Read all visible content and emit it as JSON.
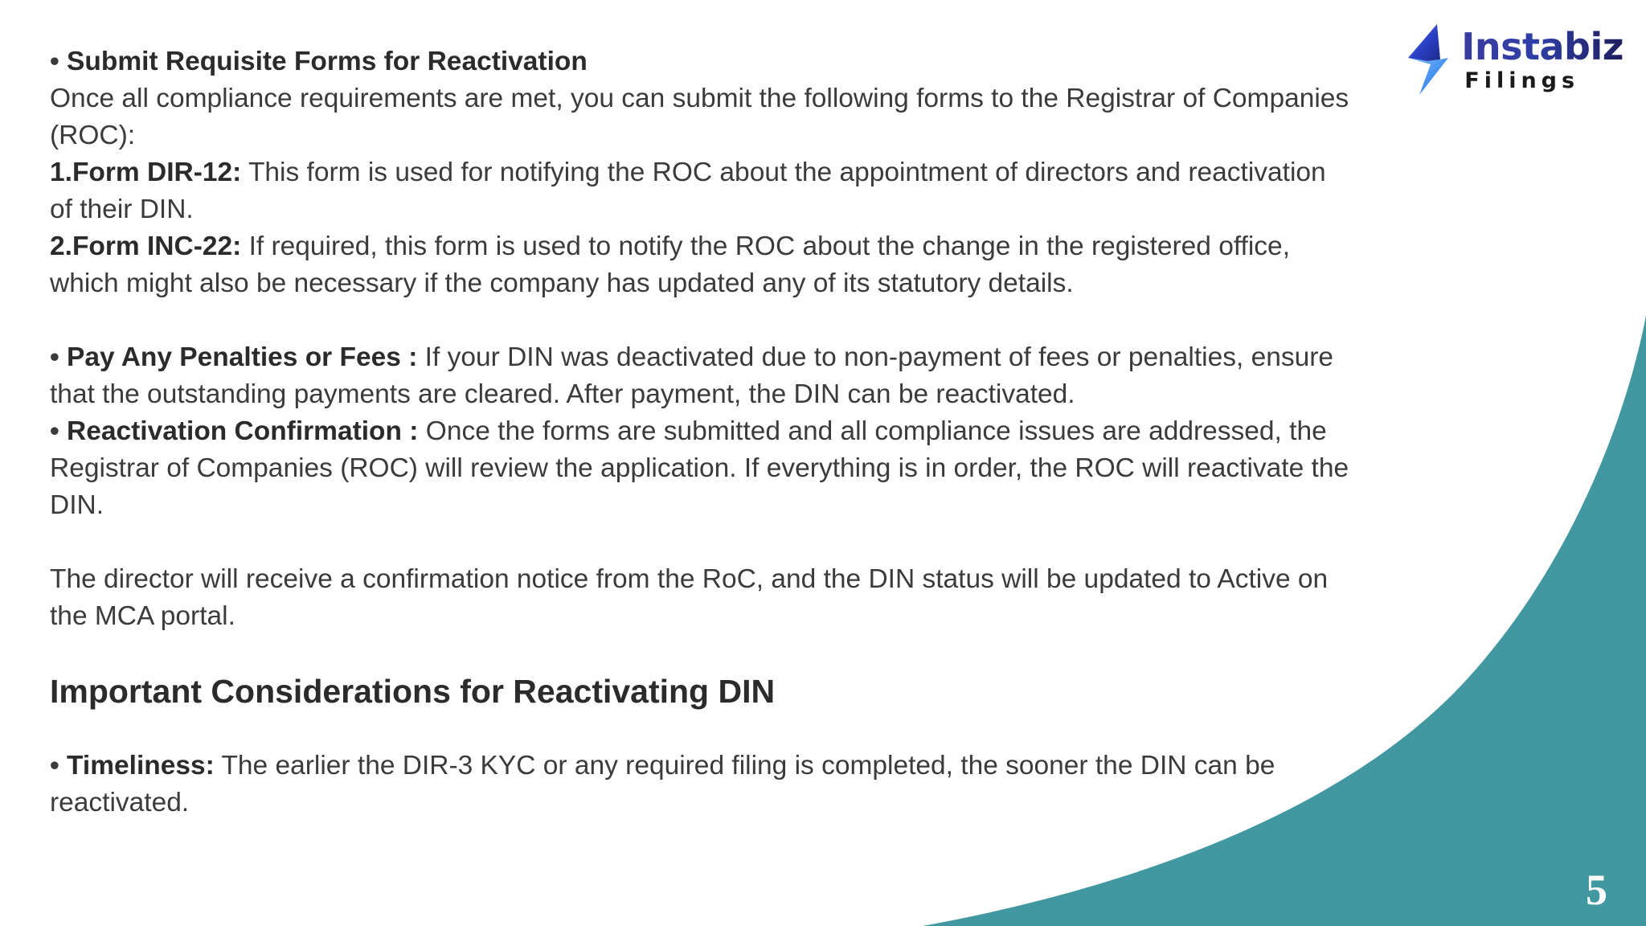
{
  "slide": {
    "page_number": "5",
    "background_color": "#ffffff",
    "accent_color": "#4298a0",
    "text_color": "#3b3b3b",
    "heading_color": "#2b2b2b"
  },
  "logo": {
    "name": "Instabiz Filings",
    "word_primary": "Instabiz",
    "word_secondary": "Filings",
    "mark": "lightning-bolt-icon",
    "mark_color_start": "#3a51d8",
    "mark_color_end": "#5aa8f5",
    "word_color": "#2f2f8f",
    "sub_color": "#1a1a1a"
  },
  "body": {
    "blocks": [
      {
        "id": "submit-forms",
        "bullet": "• ",
        "bold": "Submit Requisite Forms for Reactivation",
        "rest": ""
      },
      {
        "id": "submit-forms-intro",
        "text": "Once all compliance requirements are met, you can submit the following forms to the Registrar of Companies (ROC):"
      },
      {
        "id": "form-dir-12",
        "bold": "1.Form DIR-12:",
        "rest": " This form is used for notifying the ROC about the appointment of directors and reactivation of their DIN."
      },
      {
        "id": "form-inc-22",
        "bold": "2.Form INC-22:",
        "rest": " If required, this form is used to notify the ROC about the change in the registered office, which might also be necessary if the company has updated any of its statutory details."
      },
      {
        "id": "pay-penalties",
        "bullet": "• ",
        "bold": "Pay Any Penalties or Fees :",
        "rest": " If your DIN was deactivated due to non-payment of fees or penalties, ensure that the outstanding payments are cleared. After payment, the DIN can be reactivated."
      },
      {
        "id": "reactivation-confirmation",
        "bullet": "• ",
        "bold": "Reactivation Confirmation :",
        "rest": " Once the forms are submitted and all compliance issues are addressed, the Registrar of Companies (ROC) will review the application. If everything is in order, the ROC will reactivate the DIN."
      },
      {
        "id": "director-notice",
        "text": "The director will receive a confirmation notice from the RoC, and the DIN status will be updated to Active on the MCA portal."
      },
      {
        "id": "important-considerations-heading",
        "text": "Important Considerations for Reactivating DIN"
      },
      {
        "id": "timeliness",
        "bullet": "• ",
        "bold": "Timeliness:",
        "rest": " The earlier the DIR-3 KYC or any required filing is completed, the sooner the DIN can be reactivated."
      }
    ]
  }
}
